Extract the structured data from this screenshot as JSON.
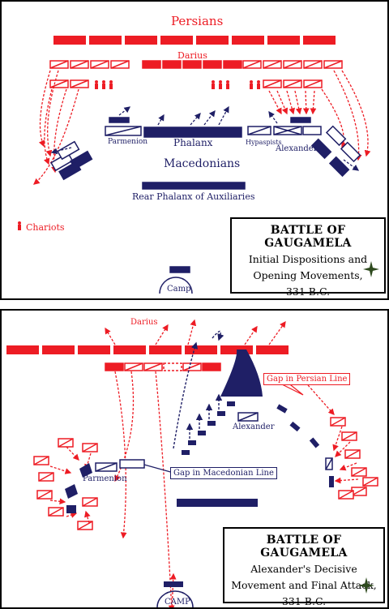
{
  "map1": {
    "labels": {
      "persians": "Persians",
      "darius": "Darius",
      "parmenion": "Parmenion",
      "phalanx": "Phalanx",
      "hypaspists": "Hypaspists",
      "alexander": "Alexander",
      "macedonians": "Macedonians",
      "rear_phalanx": "Rear Phalanx of Auxiliaries",
      "chariots": "Chariots",
      "camp": "Camp"
    },
    "title_box": {
      "title": "BATTLE OF GAUGAMELA",
      "line1": "Initial Dispositions and",
      "line2": "Opening Movements,",
      "line3": "331 B.C."
    }
  },
  "map2": {
    "labels": {
      "darius": "Darius",
      "alexander": "Alexander",
      "parmenion": "Parmenion",
      "camp": "CAMP",
      "gap_persian": "Gap in Persian Line",
      "gap_macedonian": "Gap in Macedonian Line"
    },
    "title_box": {
      "title": "BATTLE OF GAUGAMELA",
      "line1": "Alexander's Decisive",
      "line2": "Movement and Final Attack,",
      "line3": "331 B.C."
    }
  },
  "colors": {
    "persian": "#ed1c24",
    "macedonian": "#1f1f66"
  },
  "icons": [
    "compass-rose-icon",
    "chariot-icon"
  ]
}
